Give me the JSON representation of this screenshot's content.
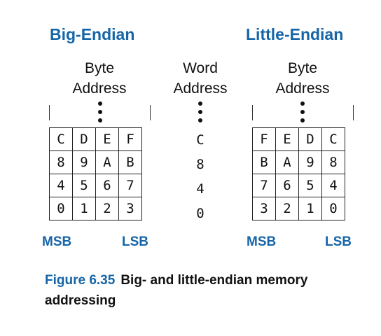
{
  "diagram": {
    "big_endian": {
      "title": "Big-Endian",
      "header_line1": "Byte",
      "header_line2": "Address",
      "rows": [
        [
          "C",
          "D",
          "E",
          "F"
        ],
        [
          "8",
          "9",
          "A",
          "B"
        ],
        [
          "4",
          "5",
          "6",
          "7"
        ],
        [
          "0",
          "1",
          "2",
          "3"
        ]
      ],
      "msb_label": "MSB",
      "lsb_label": "LSB"
    },
    "word_address": {
      "header_line1": "Word",
      "header_line2": "Address",
      "values": [
        "C",
        "8",
        "4",
        "0"
      ]
    },
    "little_endian": {
      "title": "Little-Endian",
      "header_line1": "Byte",
      "header_line2": "Address",
      "rows": [
        [
          "F",
          "E",
          "D",
          "C"
        ],
        [
          "B",
          "A",
          "9",
          "8"
        ],
        [
          "7",
          "6",
          "5",
          "4"
        ],
        [
          "3",
          "2",
          "1",
          "0"
        ]
      ],
      "msb_label": "MSB",
      "lsb_label": "LSB"
    },
    "caption": {
      "figure_number": "Figure 6.35",
      "text": "Big- and little-endian memory addressing"
    }
  }
}
